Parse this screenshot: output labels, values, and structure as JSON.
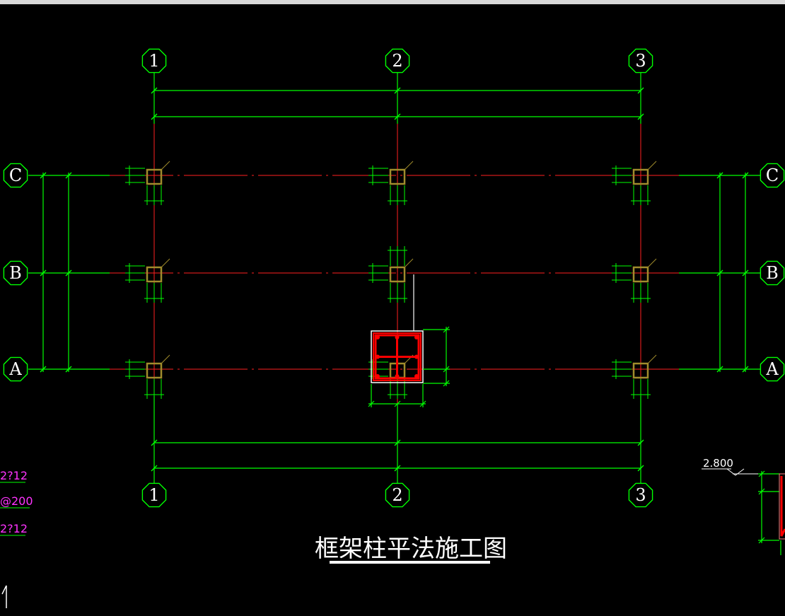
{
  "drawing": {
    "title": "框架柱平法施工图",
    "elevation": "2.800",
    "axes_columns": [
      "1",
      "2",
      "3"
    ],
    "axes_rows": [
      "C",
      "B",
      "A"
    ],
    "notes": [
      "2?12",
      "@200",
      "2?12"
    ]
  },
  "colors": {
    "background": "#000000",
    "dimension": "#00ff00",
    "axis_line": "#ff2020",
    "column": "#a08c2c",
    "rebar": "#ff0000",
    "annotation": "#ff33ff",
    "white": "#ffffff"
  }
}
